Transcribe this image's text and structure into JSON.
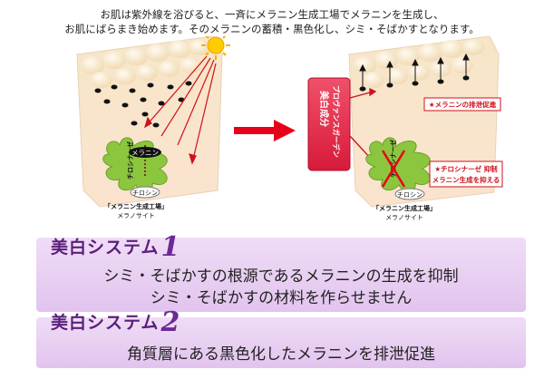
{
  "intro": {
    "line1": "お肌は紫外線を浴びると、一斉にメラニン生成工場でメラニンを生成し、",
    "line2": "お肌にばらまき始めます。そのメラニンの蓄積・黒色化し、シミ・そばかすとなります。"
  },
  "diagram_left": {
    "melanin": "メラニン",
    "tyrosinase": "チロシナーゼ",
    "tyrosine": "チロシン",
    "factory": "「メラニン生成工場」",
    "melanocyte": "メラノサイト"
  },
  "diagram_right": {
    "ingredient_name": "プロヴァンスガーデン",
    "ingredient_label": "美白成分",
    "excretion": "★メラニンの排泄促進",
    "tyrosinase": "チロシナーゼ",
    "tyrosine": "チロシン",
    "inhibit_line1": "★チロシナーゼ 抑制",
    "inhibit_line2": "メラニン生成を抑える",
    "factory": "「メラニン生成工場」",
    "melanocyte": "メラノサイト"
  },
  "system1": {
    "title": "美白システム",
    "number": "1",
    "line1": "シミ・そばかすの根源であるメラニンの生成を抑制",
    "line2": "シミ・そばかすの材料を作らせません"
  },
  "system2": {
    "title": "美白システム",
    "number": "2",
    "line1": "角質層にある黒色化したメラニンを排泄促進"
  },
  "colors": {
    "accent_red": "#e8001a",
    "purple_title": "#5a1f7a",
    "band_purple": "#e4c8f0",
    "melanocyte_green": "#8cc63f"
  }
}
